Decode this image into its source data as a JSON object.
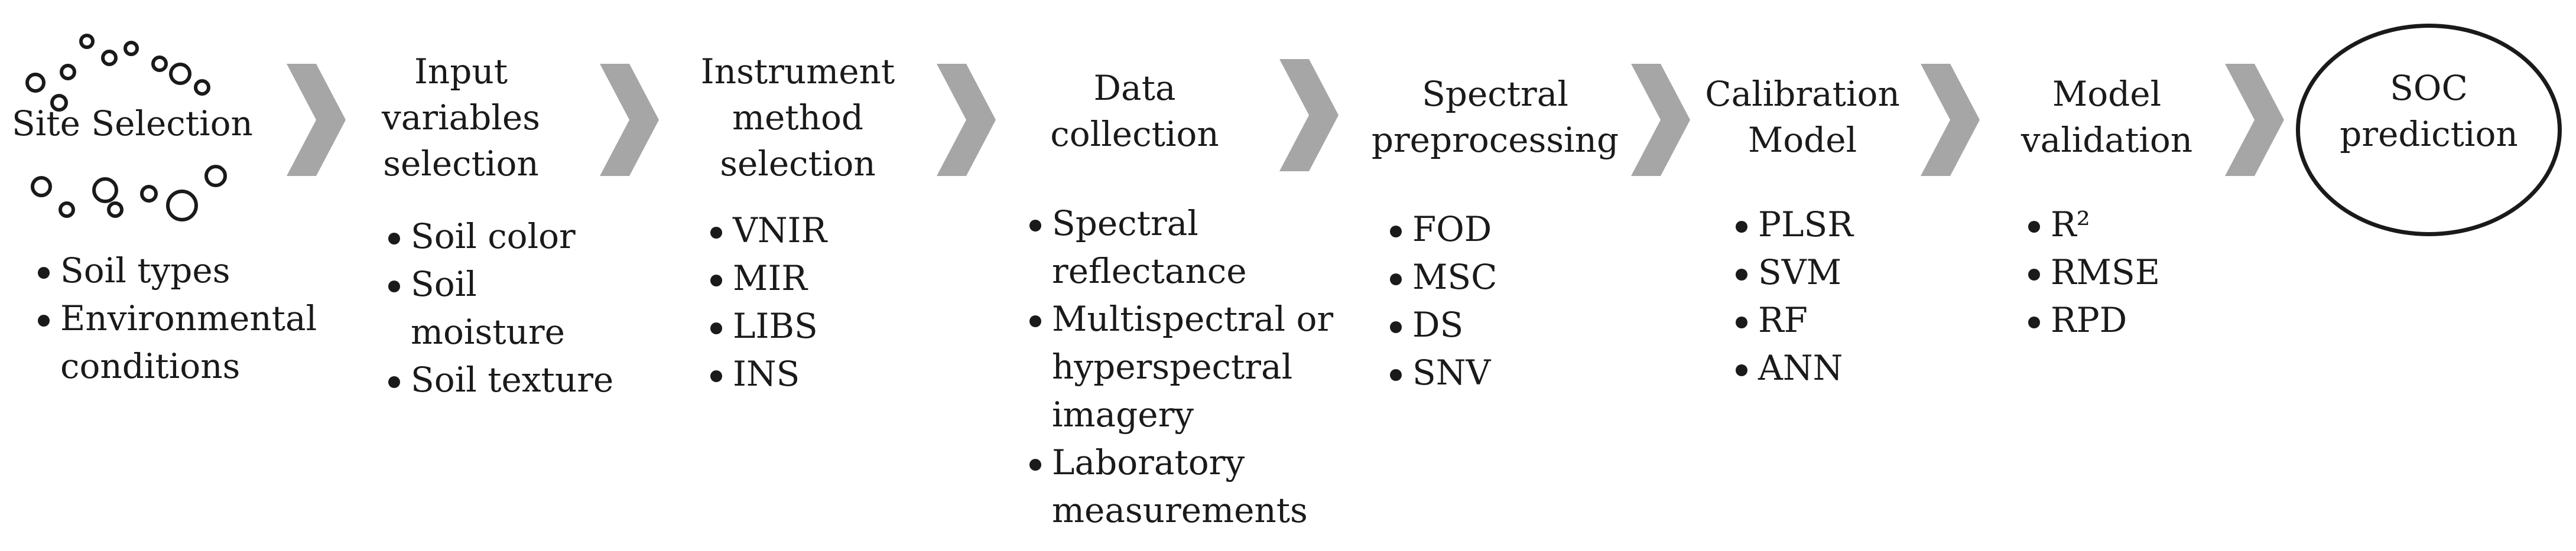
{
  "steps": [
    {
      "title": "Site Selection",
      "bullets": [
        "Soil types",
        "Environmental conditions"
      ]
    },
    {
      "title": "Input variables selection",
      "bullets": [
        "Soil color",
        "Soil moisture",
        "Soil texture"
      ]
    },
    {
      "title": "Instrument method selection",
      "bullets": [
        "VNIR",
        "MIR",
        "LIBS",
        "INS"
      ]
    },
    {
      "title": "Data collection",
      "bullets": [
        "Spectral reflectance",
        "Multispectral or hyperspectral imagery",
        "Laboratory measurements"
      ]
    },
    {
      "title": "Spectral preprocessing",
      "bullets": [
        "FOD",
        "MSC",
        "DS",
        "SNV"
      ]
    },
    {
      "title": "Calibration Model",
      "bullets": [
        "PLSR",
        "SVM",
        "RF",
        "ANN"
      ]
    },
    {
      "title": "Model validation",
      "bullets": [
        "R²",
        "RMSE",
        "RPD"
      ]
    }
  ],
  "final": {
    "title": "SOC prediction"
  },
  "colors": {
    "arrow": "#a6a6a6",
    "text": "#1a1a1a"
  }
}
